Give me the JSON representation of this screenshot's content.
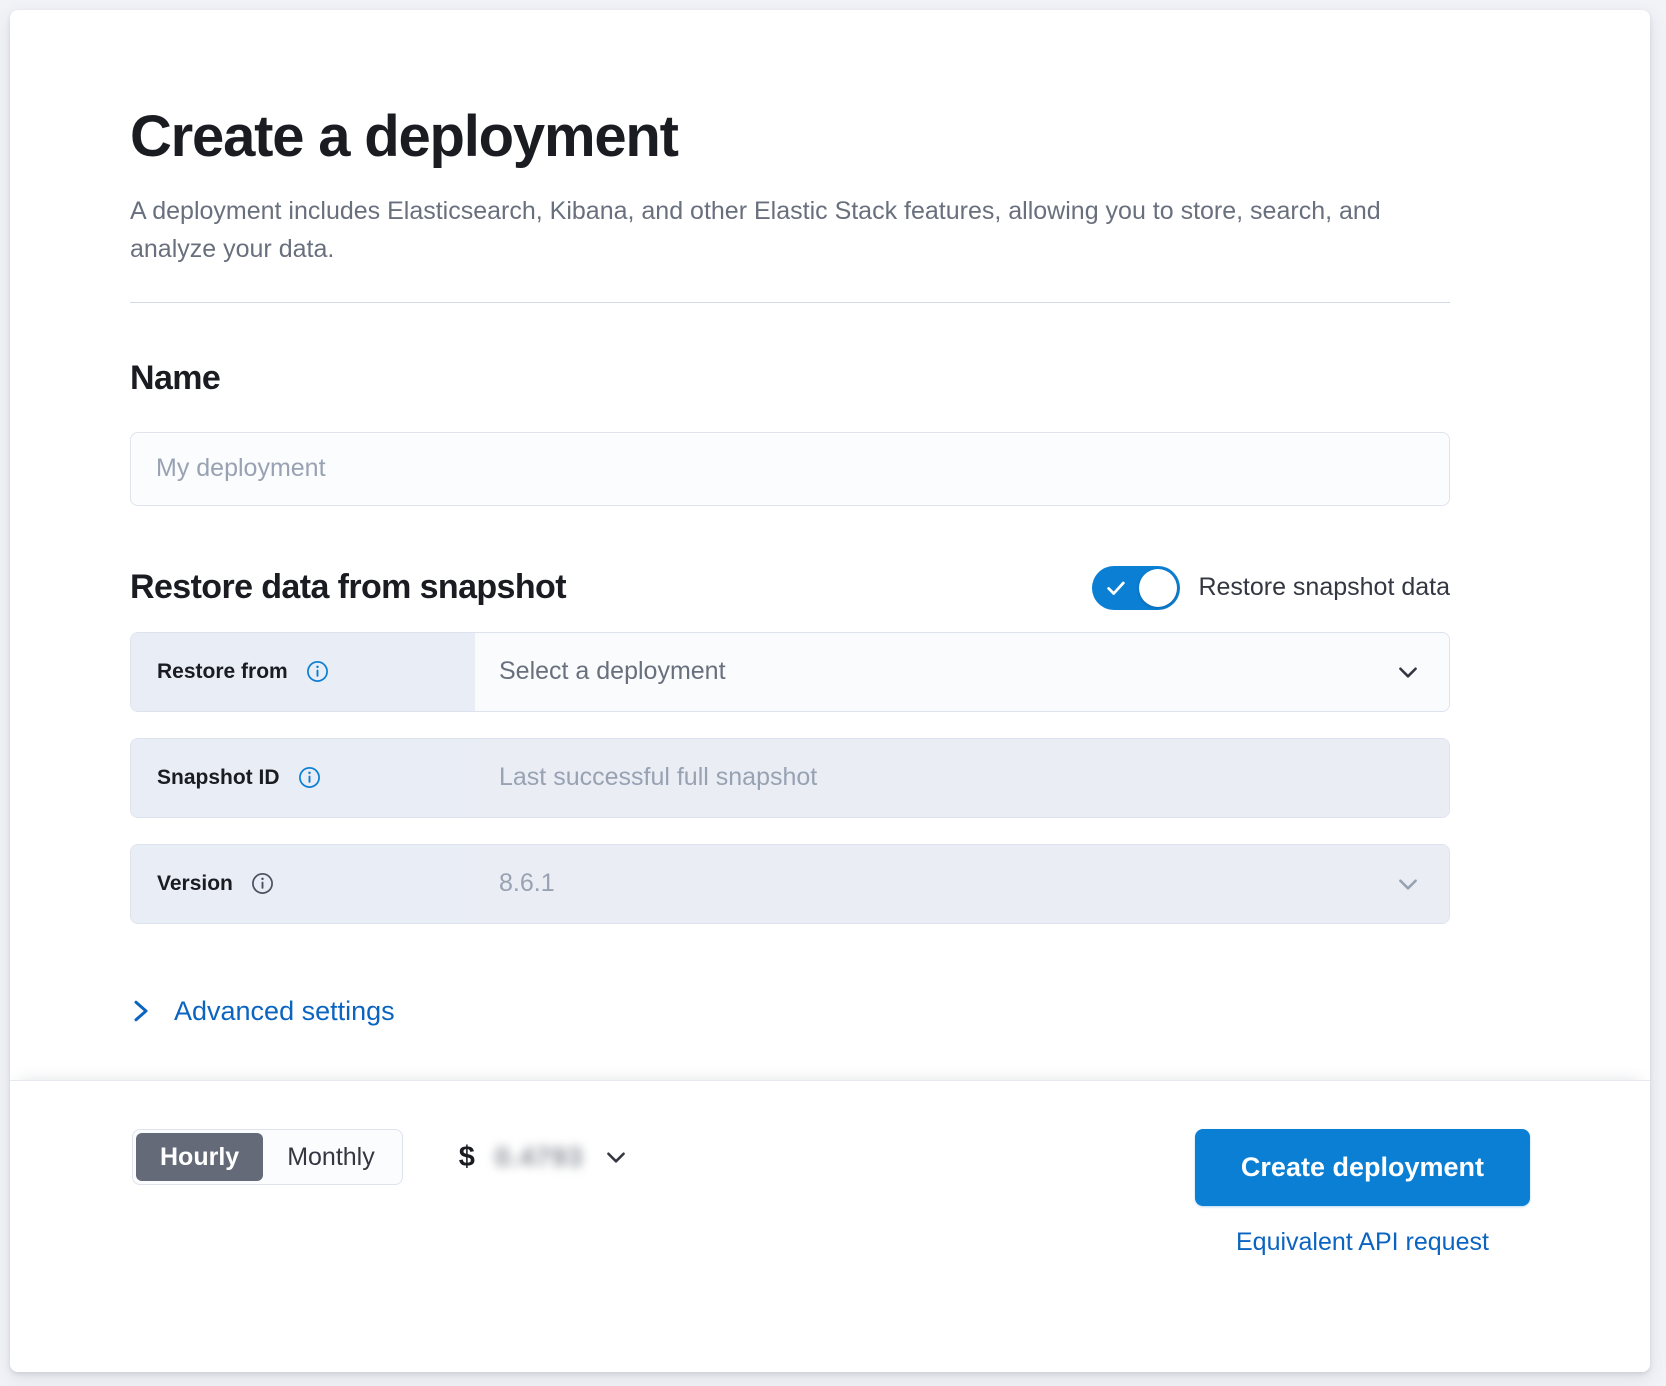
{
  "header": {
    "title": "Create a deployment",
    "subtitle": "A deployment includes Elasticsearch, Kibana, and other Elastic Stack features, allowing you to store, search, and analyze your data."
  },
  "name_section": {
    "title": "Name",
    "input_placeholder": "My deployment",
    "input_value": ""
  },
  "restore_section": {
    "title": "Restore data from snapshot",
    "toggle": {
      "label": "Restore snapshot data",
      "enabled": true,
      "icon": "check-icon",
      "on_color": "#0b7fd4"
    },
    "rows": [
      {
        "label": "Restore from",
        "info_icon": "info-circle-icon",
        "info_icon_state": "enabled",
        "value": "Select a deployment",
        "is_placeholder": true,
        "disabled": false,
        "has_chevron": true,
        "chevron_icon": "chevron-down-icon"
      },
      {
        "label": "Snapshot ID",
        "info_icon": "info-circle-icon",
        "info_icon_state": "enabled",
        "value": "Last successful full snapshot",
        "is_placeholder": true,
        "disabled": true,
        "has_chevron": false,
        "chevron_icon": ""
      },
      {
        "label": "Version",
        "info_icon": "info-circle-icon",
        "info_icon_state": "disabled",
        "value": "8.6.1",
        "is_placeholder": false,
        "disabled": true,
        "has_chevron": true,
        "chevron_icon": "chevron-down-icon"
      }
    ],
    "advanced_link": {
      "label": "Advanced settings",
      "icon": "chevron-right-icon"
    }
  },
  "footer": {
    "billing_toggle": {
      "options": [
        "Hourly",
        "Monthly"
      ],
      "selected": "Hourly"
    },
    "price": {
      "currency": "$",
      "value": "0.4793",
      "redacted": true,
      "chevron_icon": "chevron-down-icon"
    },
    "create_button": "Create deployment",
    "api_link": "Equivalent API request"
  },
  "colors": {
    "accent": "#0b7fd4",
    "link": "#0b64c0",
    "text": "#1a1c21",
    "muted": "#69707d",
    "prepend_bg": "#e9edf5",
    "disabled_bg": "#eaeef4",
    "segment_active_bg": "#646a77"
  }
}
